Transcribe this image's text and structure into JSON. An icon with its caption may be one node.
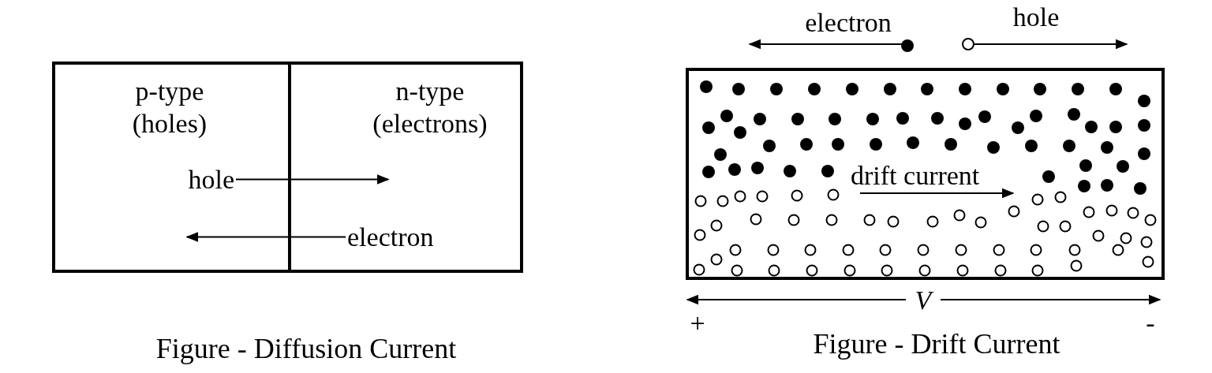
{
  "diagram": {
    "nodes": [
      {
        "text": [
          "p-type (holes)"
        ]
      },
      {
        "text": [
          "n-type (electrons)"
        ]
      },
      {
        "text": [
          "hole"
        ],
        "in": 0
      },
      {
        "text": [
          "electron"
        ],
        "in": 1
      },
      {
        "text": [
          "drift current"
        ]
      }
    ],
    "edges": [
      {
        "from": 2,
        "to": null,
        "arrow": "to"
      },
      {
        "from": 3,
        "to": null,
        "arrow": "to"
      }
    ],
    "labels": [
      "electron",
      "hole",
      "V",
      "+",
      "-",
      "Figure - Diffusion Current",
      "Figure - Drift Current"
    ]
  }
}
